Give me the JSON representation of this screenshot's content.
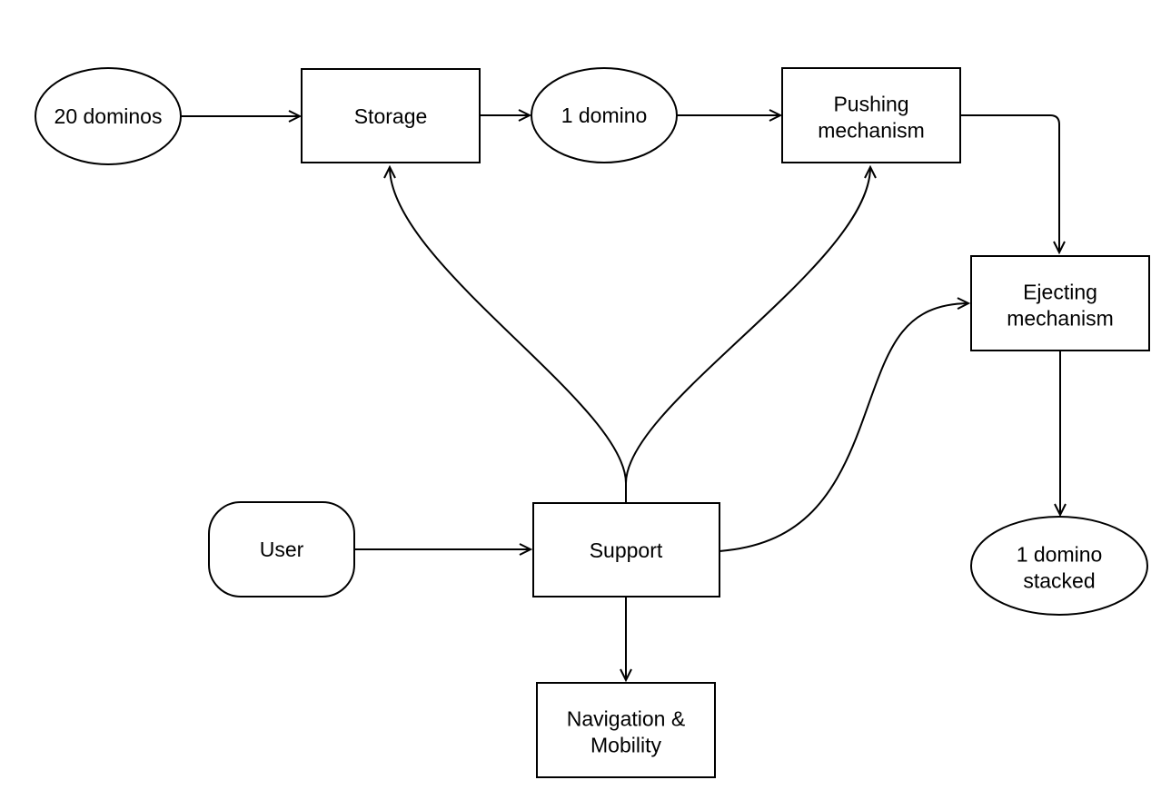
{
  "diagram": {
    "background_color": "#ffffff",
    "stroke_color": "#000000",
    "fill_color": "#ffffff",
    "nodes": {
      "dominos_20": {
        "type": "ellipse",
        "lines": [
          "20 dominos"
        ]
      },
      "storage": {
        "type": "rectangle",
        "lines": [
          "Storage"
        ]
      },
      "domino_1": {
        "type": "ellipse",
        "lines": [
          "1 domino"
        ]
      },
      "pushing_mechanism": {
        "type": "rectangle",
        "lines": [
          "Pushing",
          "mechanism"
        ]
      },
      "ejecting_mechanism": {
        "type": "rectangle",
        "lines": [
          "Ejecting",
          "mechanism"
        ]
      },
      "domino_stacked": {
        "type": "ellipse",
        "lines": [
          "1 domino",
          "stacked"
        ]
      },
      "user": {
        "type": "rounded-rectangle",
        "lines": [
          "User"
        ]
      },
      "support": {
        "type": "rectangle",
        "lines": [
          "Support"
        ]
      },
      "navigation_mobility": {
        "type": "rectangle",
        "lines": [
          "Navigation &",
          "Mobility"
        ]
      }
    },
    "edges": [
      {
        "from": "20 dominos",
        "to": "Storage"
      },
      {
        "from": "Storage",
        "to": "1 domino"
      },
      {
        "from": "1 domino",
        "to": "Pushing mechanism"
      },
      {
        "from": "Pushing mechanism",
        "to": "Ejecting mechanism"
      },
      {
        "from": "Ejecting mechanism",
        "to": "1 domino stacked"
      },
      {
        "from": "User",
        "to": "Support"
      },
      {
        "from": "Support",
        "to": "Storage"
      },
      {
        "from": "Support",
        "to": "Pushing mechanism"
      },
      {
        "from": "Support",
        "to": "Ejecting mechanism"
      },
      {
        "from": "Support",
        "to": "Navigation & Mobility"
      }
    ]
  }
}
